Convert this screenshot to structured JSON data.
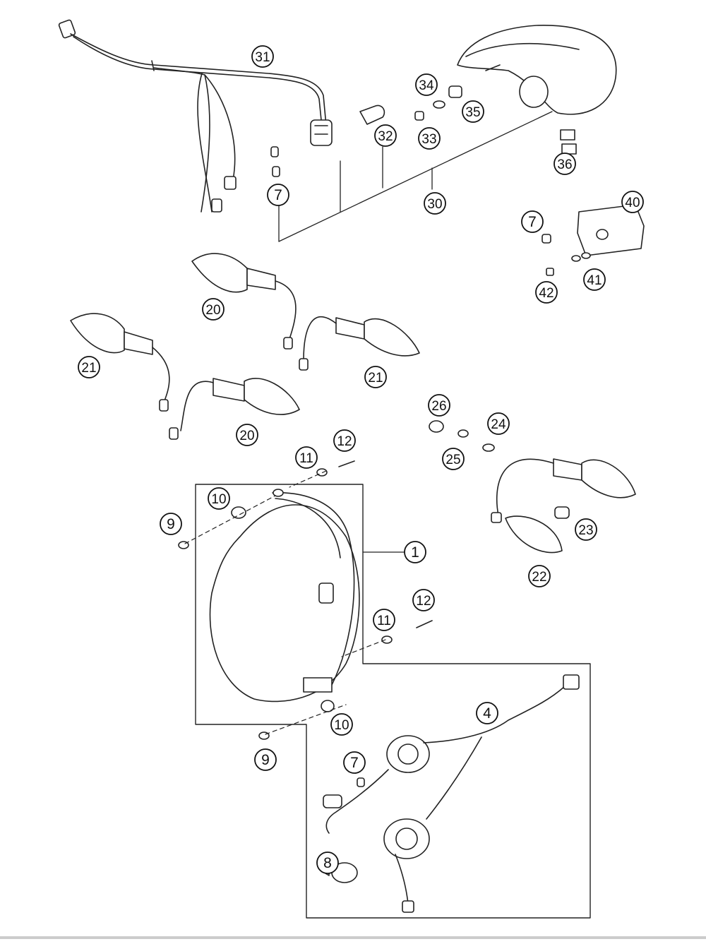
{
  "diagram": {
    "callouts": [
      {
        "id": "31",
        "label": "31"
      },
      {
        "id": "34",
        "label": "34"
      },
      {
        "id": "35",
        "label": "35"
      },
      {
        "id": "33",
        "label": "33"
      },
      {
        "id": "32",
        "label": "32"
      },
      {
        "id": "36",
        "label": "36"
      },
      {
        "id": "7a",
        "label": "7"
      },
      {
        "id": "30",
        "label": "30"
      },
      {
        "id": "40",
        "label": "40"
      },
      {
        "id": "7b",
        "label": "7"
      },
      {
        "id": "41",
        "label": "41"
      },
      {
        "id": "42",
        "label": "42"
      },
      {
        "id": "20a",
        "label": "20"
      },
      {
        "id": "21a",
        "label": "21"
      },
      {
        "id": "21b",
        "label": "21"
      },
      {
        "id": "20b",
        "label": "20"
      },
      {
        "id": "26",
        "label": "26"
      },
      {
        "id": "24",
        "label": "24"
      },
      {
        "id": "25",
        "label": "25"
      },
      {
        "id": "12a",
        "label": "12"
      },
      {
        "id": "11a",
        "label": "11"
      },
      {
        "id": "10a",
        "label": "10"
      },
      {
        "id": "9a",
        "label": "9"
      },
      {
        "id": "1",
        "label": "1"
      },
      {
        "id": "23",
        "label": "23"
      },
      {
        "id": "22",
        "label": "22"
      },
      {
        "id": "12b",
        "label": "12"
      },
      {
        "id": "11b",
        "label": "11"
      },
      {
        "id": "4",
        "label": "4"
      },
      {
        "id": "10b",
        "label": "10"
      },
      {
        "id": "9b",
        "label": "9"
      },
      {
        "id": "7c",
        "label": "7"
      },
      {
        "id": "8",
        "label": "8"
      }
    ]
  }
}
